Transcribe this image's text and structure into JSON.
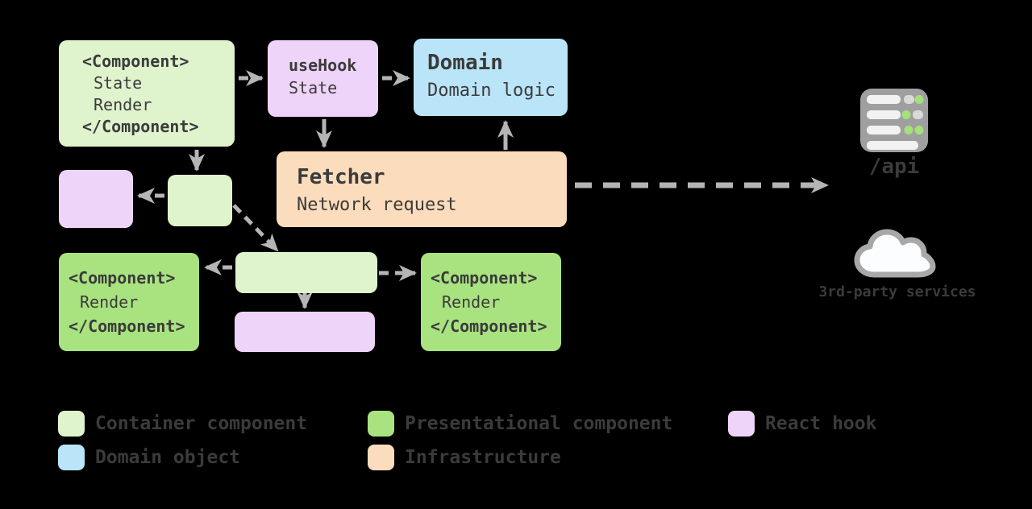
{
  "diagram": {
    "container_component_top": {
      "lines": [
        "<Component>",
        "State",
        "Render",
        "</Component>"
      ]
    },
    "use_hook_box": {
      "title": "useHook",
      "subtitle": "State"
    },
    "domain_box": {
      "title": "Domain",
      "subtitle": "Domain logic"
    },
    "fetcher_box": {
      "title": "Fetcher",
      "subtitle": "Network request"
    },
    "presentational_component_left": {
      "lines": [
        "<Component>",
        "Render",
        "</Component>"
      ]
    },
    "presentational_component_right": {
      "lines": [
        "<Component>",
        "Render",
        "</Component>"
      ]
    },
    "external": {
      "api_label": "/api",
      "third_party_label": "3rd-party services"
    }
  },
  "legend": {
    "items": [
      {
        "label": "Container component",
        "color": "#dff3cd"
      },
      {
        "label": "Presentational component",
        "color": "#a9e380"
      },
      {
        "label": "React hook",
        "color": "#eed4f8"
      },
      {
        "label": "Domain object",
        "color": "#bae4f8"
      },
      {
        "label": "Infrastructure",
        "color": "#fbdcbc"
      }
    ]
  },
  "colors": {
    "container": "#dff3cd",
    "presentational": "#a9e380",
    "hook": "#eed4f8",
    "domain": "#bae4f8",
    "infrastructure": "#fbdcbc",
    "arrow": "#b5b5b5",
    "text": "#3b3b3b",
    "icon-gray": "#9f9f9f",
    "led-green": "#a6e07c",
    "background": "#000000"
  }
}
